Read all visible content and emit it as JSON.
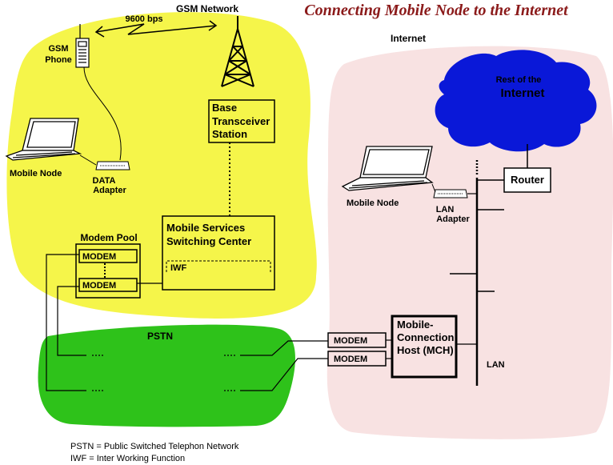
{
  "title": "Connecting Mobile Node to the Internet",
  "colors": {
    "title": "#8b1a1a",
    "gsm_region": "#f5f54a",
    "internet_region": "#f8e2e2",
    "pstn_region": "#2ec21a",
    "cloud": "#0a18d8",
    "cloud_text": "#ffffff"
  },
  "regions": {
    "gsm": "GSM Network",
    "internet": "Internet",
    "pstn": "PSTN",
    "cloud_line1": "Rest of the",
    "cloud_line2": "Internet"
  },
  "link_speed": "9600 bps",
  "gsm_phone": {
    "line1": "GSM",
    "line2": "Phone"
  },
  "base_station": {
    "line1": "Base",
    "line2": "Transceiver",
    "line3": "Station"
  },
  "mobile_node_left": "Mobile Node",
  "data_adapter": {
    "line1": "DATA",
    "line2": "Adapter"
  },
  "msc": {
    "line1": "Mobile Services",
    "line2": "Switching Center",
    "iwf": "IWF"
  },
  "modem_pool": {
    "title": "Modem Pool",
    "modem1": "MODEM",
    "modem2": "MODEM"
  },
  "mobile_node_right": "Mobile Node",
  "lan_adapter": {
    "line1": "LAN",
    "line2": "Adapter"
  },
  "router": "Router",
  "mch": {
    "line1": "Mobile-",
    "line2": "Connection",
    "line3": "Host (MCH)"
  },
  "right_modems": [
    "MODEM",
    "MODEM"
  ],
  "lan": "LAN",
  "legend": [
    "PSTN = Public Switched Telephon Network",
    "IWF = Inter Working Function"
  ]
}
